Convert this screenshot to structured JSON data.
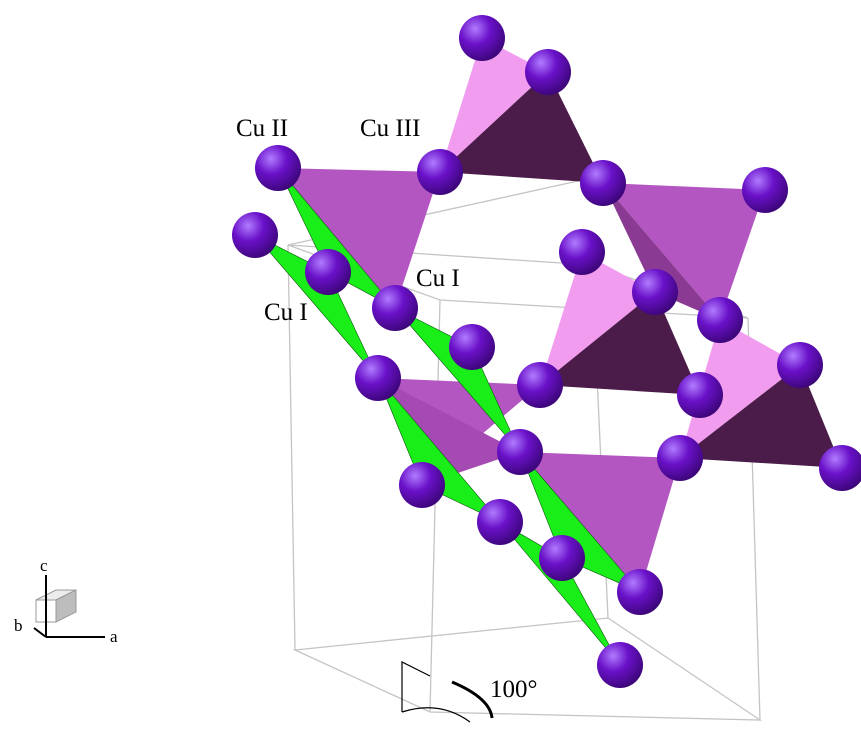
{
  "labels": {
    "cu2": "Cu II",
    "cu3": "Cu III",
    "cu1_right": "Cu I",
    "cu1_left": "Cu I",
    "angle": "100°"
  },
  "axes": {
    "c": "c",
    "b": "b",
    "a": "a"
  },
  "colors": {
    "atom": "#6a11c9",
    "atom_highlight": "#b07cff",
    "atom_shadow": "#3a0575",
    "triangle_mid": "#b356c2",
    "triangle_light": "#f29cf0",
    "triangle_dark": "#4b1c4a",
    "green_bond": "#19ee19",
    "cell_edge": "#c4c4c4",
    "axis_box": "#cfcfcf"
  }
}
